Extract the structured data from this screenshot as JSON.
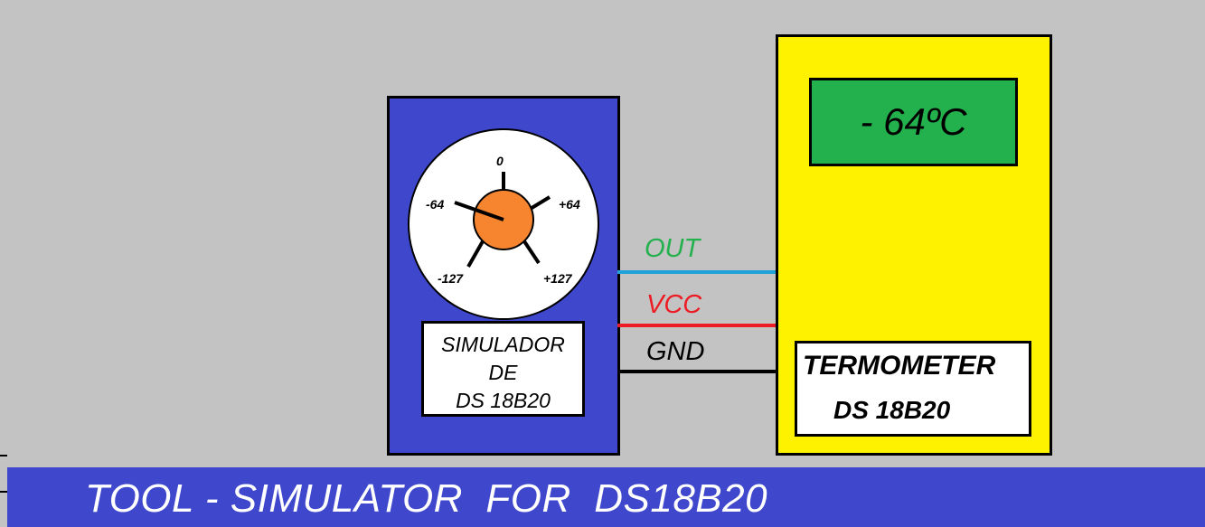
{
  "simulator": {
    "dial_ticks": [
      "0",
      "+64",
      "-64",
      "-127",
      "+127"
    ],
    "label_lines": [
      "SIMULADOR",
      "DE",
      "DS 18B20"
    ],
    "pointer_value": -64
  },
  "wires": [
    {
      "label": "OUT",
      "color": "#1fa2db",
      "label_color": "#22b14c"
    },
    {
      "label": "VCC",
      "color": "#ed1c24",
      "label_color": "#ed1c24"
    },
    {
      "label": "GND",
      "color": "#000000",
      "label_color": "#000000"
    }
  ],
  "thermometer": {
    "display": "- 64ºC",
    "label_lines": [
      "TERMOMETER",
      "DS 18B20"
    ]
  },
  "banner": {
    "title": "TOOL - SIMULATOR  FOR  DS18B20"
  },
  "colors": {
    "background": "#c3c3c3",
    "simulator_body": "#3f48cc",
    "thermometer_body": "#fff200",
    "display": "#22b14c",
    "knob": "#f7852f",
    "banner": "#3f48cc"
  }
}
